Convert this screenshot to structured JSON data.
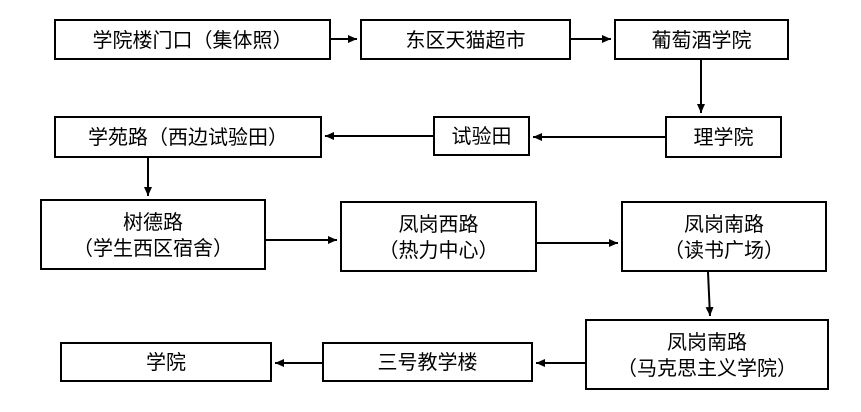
{
  "diagram": {
    "nodes": [
      {
        "id": "n1",
        "lines": [
          "学院楼门口（集体照）"
        ]
      },
      {
        "id": "n2",
        "lines": [
          "东区天猫超市"
        ]
      },
      {
        "id": "n3",
        "lines": [
          "葡萄酒学院"
        ]
      },
      {
        "id": "n4",
        "lines": [
          "理学院"
        ]
      },
      {
        "id": "n5",
        "lines": [
          "试验田"
        ]
      },
      {
        "id": "n6",
        "lines": [
          "学苑路（西边试验田）"
        ]
      },
      {
        "id": "n7",
        "lines": [
          "树德路",
          "（学生西区宿舍）"
        ]
      },
      {
        "id": "n8",
        "lines": [
          "凤岗西路",
          "（热力中心）"
        ]
      },
      {
        "id": "n9",
        "lines": [
          "凤岗南路",
          "（读书广场）"
        ]
      },
      {
        "id": "n10",
        "lines": [
          "凤岗南路",
          "（马克思主义学院）"
        ]
      },
      {
        "id": "n11",
        "lines": [
          "三号教学楼"
        ]
      },
      {
        "id": "n12",
        "lines": [
          "学院"
        ]
      }
    ],
    "edges": [
      {
        "from": "n1",
        "to": "n2"
      },
      {
        "from": "n2",
        "to": "n3"
      },
      {
        "from": "n3",
        "to": "n4"
      },
      {
        "from": "n4",
        "to": "n5"
      },
      {
        "from": "n5",
        "to": "n6"
      },
      {
        "from": "n6",
        "to": "n7"
      },
      {
        "from": "n7",
        "to": "n8"
      },
      {
        "from": "n8",
        "to": "n9"
      },
      {
        "from": "n9",
        "to": "n10"
      },
      {
        "from": "n10",
        "to": "n11"
      },
      {
        "from": "n11",
        "to": "n12"
      }
    ]
  }
}
